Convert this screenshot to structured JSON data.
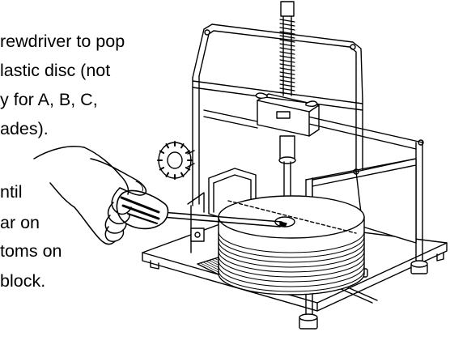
{
  "instructions": {
    "block1_lines": [
      "rewdriver to pop",
      "lastic disc (not",
      "y for A, B, C,",
      "ades)."
    ],
    "block2_lines": [
      "ntil",
      "ar on",
      "toms on",
      "block."
    ]
  },
  "colors": {
    "ink": "#000000",
    "background": "#ffffff"
  }
}
